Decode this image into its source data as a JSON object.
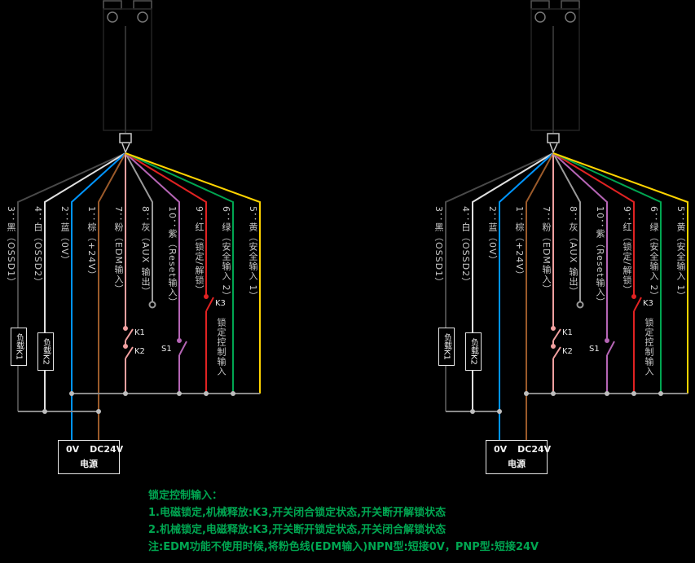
{
  "diagram": {
    "pins": [
      "3：黑（OSSD1）",
      "4：白（OSSD2）",
      "2：蓝（0V）",
      "1：棕（+24V）",
      "7：粉（EDM输入）",
      "8：灰（AUX 输出）",
      "10：紫（Reset输入）",
      "9：红（锁定/解锁）",
      "6：绿（安全输入 2）",
      "5：黄（安全输入 1）"
    ],
    "components": {
      "load_k1": "负载K1",
      "load_k2": "负载K2",
      "power_top_left": "0V",
      "power_top_right": "DC24V",
      "power_bottom": "电源",
      "lock_control_input": "锁定控制输入",
      "k1": "K1",
      "k2": "K2",
      "s1": "S1",
      "k3": "K3"
    },
    "notes": [
      "锁定控制输入：",
      "1.电磁锁定,机械释放:K3,开关闭合锁定状态,开关断开解锁状态",
      "2.机械锁定,电磁释放:K3,开关断开锁定状态,开关闭合解锁状态",
      "注:EDM功能不使用时候,将粉色线(EDM输入)NPN型:短接0V，PNP型:短接24V"
    ],
    "colors": {
      "background": "#000000",
      "wire_black": "#4a4a4a",
      "wire_white": "#e0e0e0",
      "wire_blue": "#0095ff",
      "wire_brown": "#9b5a2a",
      "wire_pink": "#f2a0a0",
      "wire_gray": "#9a9a9a",
      "wire_purple": "#b565b5",
      "wire_red": "#e02222",
      "wire_green": "#00a651",
      "wire_yellow": "#ffd400",
      "rail_gray": "#8a8a8a",
      "label_text": "#c9c9c9",
      "note_green": "#00a651"
    }
  }
}
